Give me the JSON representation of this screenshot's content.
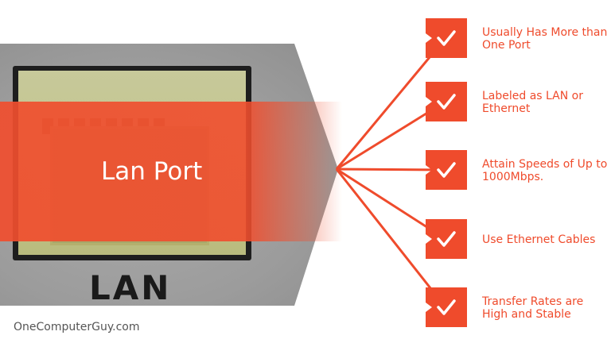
{
  "port": {
    "label": "LAN"
  },
  "band": {
    "title": "Lan Port"
  },
  "features": [
    {
      "text": "Usually Has More than One Port",
      "icon": "checkmark-icon"
    },
    {
      "text": "Labeled as LAN or Ethernet",
      "icon": "checkmark-icon"
    },
    {
      "text": "Attain Speeds of Up to 1000Mbps.",
      "icon": "checkmark-icon"
    },
    {
      "text": "Use Ethernet Cables",
      "icon": "checkmark-icon"
    },
    {
      "text": "Transfer Rates are High and Stable",
      "icon": "checkmark-icon"
    }
  ],
  "watermark": "OneComputerGuy.com",
  "colors": {
    "accent": "#ef4b2c",
    "housing": "#9c9c9c",
    "port_face": "#c2c48c"
  }
}
